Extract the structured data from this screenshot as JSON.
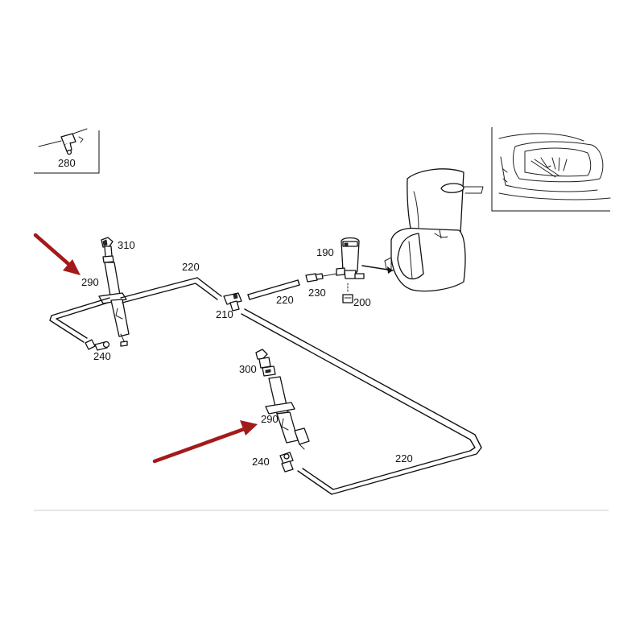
{
  "labels": {
    "inset_part": "280",
    "nozzle_top_left_fitting": "310",
    "nozzle_left": "290",
    "connector_left": "240",
    "hose_upper_left": "220",
    "tee_fitting": "210",
    "hose_upper_middle": "220",
    "check_valve": "230",
    "pump": "190",
    "grommet": "200",
    "nozzle_lower_fitting": "300",
    "nozzle_lower": "290",
    "connector_lower": "240",
    "hose_lower": "220"
  },
  "colors": {
    "line": "#111111",
    "arrow": "#a31a1a",
    "divider": "#dddddd",
    "background": "#ffffff"
  },
  "icons": {
    "callout_arrow": "red-arrow-icon"
  }
}
